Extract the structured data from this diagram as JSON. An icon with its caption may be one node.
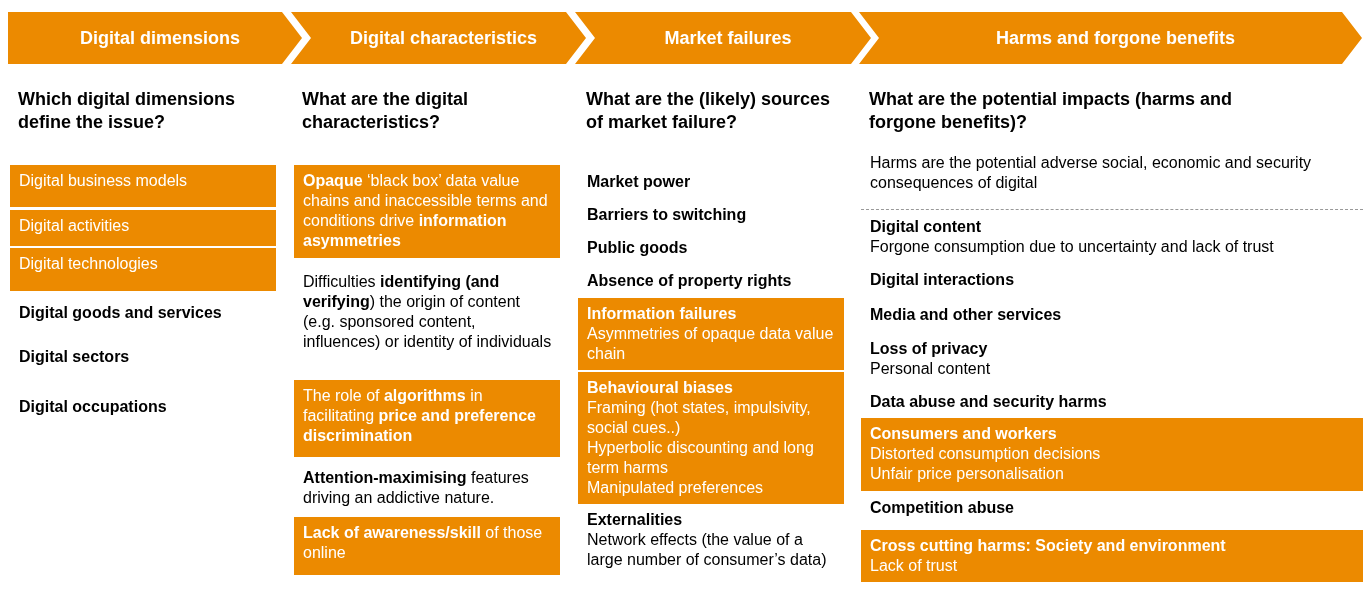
{
  "diagram": {
    "nodes": [
      {
        "text": [
          "Digital dimensions"
        ]
      },
      {
        "text": [
          "Digital characteristics"
        ]
      },
      {
        "text": [
          "Market failures"
        ]
      },
      {
        "text": [
          "Harms and forgone benefits"
        ]
      },
      {
        "text": [
          "Digital business models"
        ]
      },
      {
        "text": [
          "Digital activities"
        ]
      },
      {
        "text": [
          "Digital technologies"
        ]
      },
      {
        "text": [
          "**Opaque** ‘black box’ data value chains and inaccessible terms and conditions drive **information asymmetries**"
        ]
      },
      {
        "text": [
          "The role of **algorithms** in facilitating **price and preference discrimination**"
        ]
      },
      {
        "text": [
          "**Lack of awareness/skill** of those online"
        ]
      },
      {
        "text": [
          "Information failures",
          "Asymmetries of opaque data value chain"
        ]
      },
      {
        "text": [
          "Behavioural biases",
          "Framing (hot states, impulsivity, social cues..)",
          "Hyperbolic discounting and long term harms",
          "Manipulated preferences"
        ]
      },
      {
        "text": [
          "Consumers and workers",
          "Distorted consumption decisions",
          "Unfair price personalisation"
        ]
      },
      {
        "text": [
          "Cross cutting harms: Society and environment",
          "Lack of trust"
        ]
      }
    ],
    "labels": [
      "Which digital dimensions define the issue?",
      "Digital goods and services",
      "Digital sectors",
      "Digital occupations",
      "What are the digital characteristics?",
      "Difficulties **identifying (and verifying**) the origin of content (e.g. sponsored content, influences) or identity of individuals",
      "**Attention-maximising** features driving an addictive nature.",
      "What are the (likely) sources of market failure?",
      "Market power",
      "Barriers to switching",
      "Public goods",
      "Absence of property rights",
      "Externalities",
      "Network effects (the value of a large number of consumer’s data)",
      "What are the potential impacts (harms and forgone benefits)?",
      "Harms are the potential adverse social, economic and security consequences of digital",
      "Digital content",
      "Forgone consumption due to uncertainty and lack of trust",
      "Digital interactions",
      "Media and other services",
      "Loss of privacy",
      "Personal content",
      "Data abuse and security harms",
      "Competition abuse"
    ]
  }
}
